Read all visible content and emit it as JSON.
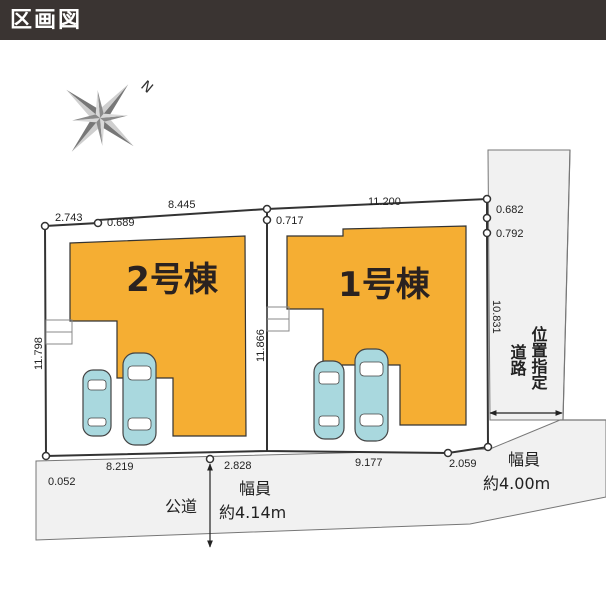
{
  "header": {
    "title": "区画図"
  },
  "compass": {
    "label": "N"
  },
  "buildings": {
    "building_2": "2号棟",
    "building_1": "1号棟"
  },
  "dimensions": {
    "d_2743": "2.743",
    "d_0689": "0.689",
    "d_8445": "8.445",
    "d_0717": "0.717",
    "d_11200": "11.200",
    "d_0682": "0.682",
    "d_0792": "0.792",
    "d_10831": "10.831",
    "d_11798": "11.798",
    "d_11866": "11.866",
    "d_0052": "0.052",
    "d_8219": "8.219",
    "d_2828": "2.828",
    "d_9177": "9.177",
    "d_2059": "2.059"
  },
  "roads": {
    "public_road": {
      "name": "公道",
      "width_label": "幅員",
      "width_value": "約4.14m"
    },
    "designated_road": {
      "col1": "位置指定",
      "col2": "道路",
      "width_label": "幅員",
      "width_value": "約4.00m"
    }
  },
  "colors": {
    "building_fill": "#f5ae33",
    "road_fill": "#f1f1f1",
    "car_fill": "#a9d8de",
    "header_bg": "#3a3432"
  }
}
